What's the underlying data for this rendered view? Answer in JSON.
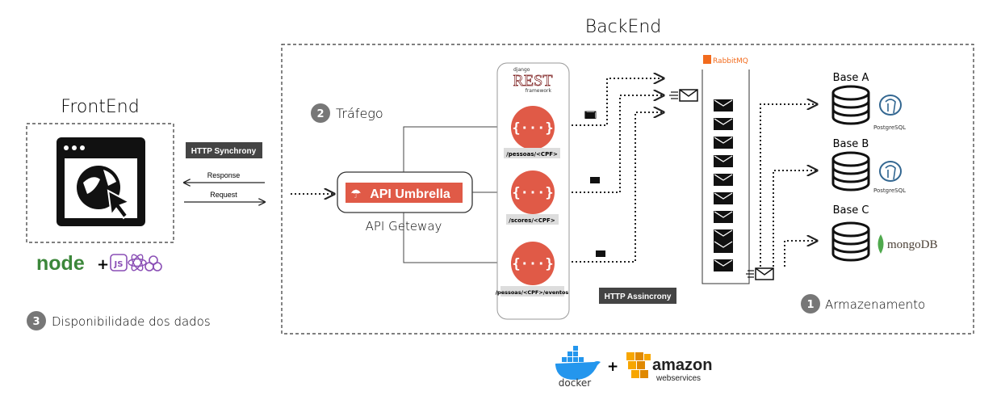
{
  "backend": {
    "title": "BackEnd"
  },
  "frontend": {
    "title": "FrontEnd"
  },
  "http_sync": {
    "label": "HTTP Synchrony",
    "response": "Response",
    "request": "Request"
  },
  "http_async": {
    "label": "HTTP Assincrony"
  },
  "gateway": {
    "logo_text": "API Umbrella",
    "caption": "API Geteway"
  },
  "services": {
    "framework_logo": {
      "top": "django",
      "main": "REST",
      "bottom": "framework"
    },
    "items": [
      {
        "route": "/pessoas/<CPF>"
      },
      {
        "route": "/scores/<CPF>"
      },
      {
        "route": "/pessoas/<CPF>/eventos"
      }
    ]
  },
  "queue": {
    "logo_text": "RabbitMQ"
  },
  "databases": [
    {
      "name": "Base A",
      "engine": "PostgreSQL"
    },
    {
      "name": "Base B",
      "engine": "PostgreSQL"
    },
    {
      "name": "Base C",
      "engine": "mongoDB"
    }
  ],
  "steps": [
    {
      "number": "1",
      "label": "Armazenamento"
    },
    {
      "number": "2",
      "label": "Tráfego"
    },
    {
      "number": "3",
      "label": "Disponibilidade dos dados"
    }
  ],
  "frontend_tech": {
    "node": "node",
    "plus": "+"
  },
  "infra": {
    "docker": "docker",
    "plus": "+",
    "amazon": "amazon",
    "aws": "webservices"
  },
  "colors": {
    "api_red": "#e05a47",
    "step_gray": "#777777",
    "label_dark": "#444444",
    "rabbit": "#f26b1d",
    "mongo": "#4fa94d",
    "node": "#3c873a",
    "aws_orange": "#f7a600",
    "docker_blue": "#2496ed"
  }
}
